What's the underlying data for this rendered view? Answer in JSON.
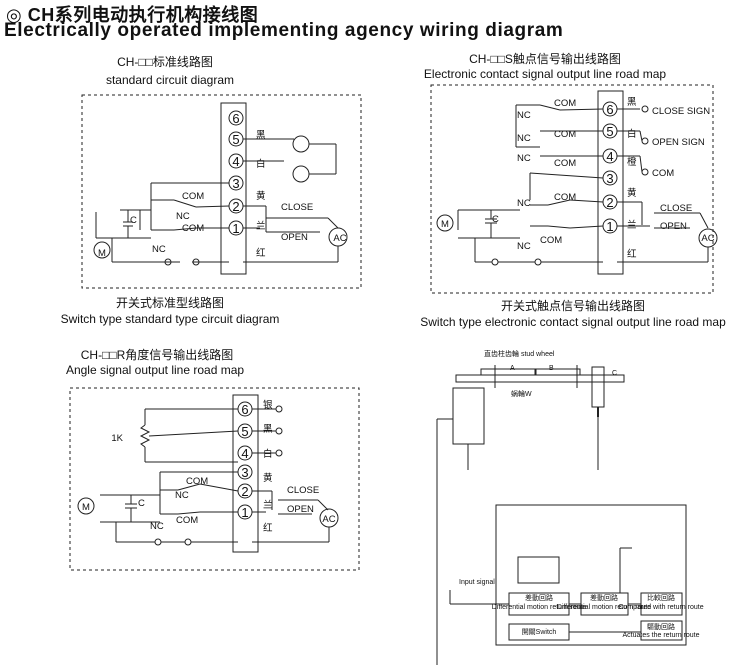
{
  "header": {
    "title_cn": "◎ CH系列电动执行机构接线图",
    "title_en": "Electrically operated implementing agency wiring diagram"
  },
  "standard": {
    "title_cn": "CH-□□标准线路图",
    "title_en": "standard circuit diagram",
    "caption_cn": "开关式标准型线路图",
    "caption_en": "Switch type standard type circuit diagram",
    "terminals": [
      "6",
      "5",
      "4",
      "3",
      "2",
      "1"
    ],
    "wire_black": "黑",
    "wire_white": "白",
    "wire_yellow": "黄",
    "wire_blue": "兰",
    "wire_red": "红",
    "com": "COM",
    "nc": "NC",
    "cap": "C",
    "close": "CLOSE",
    "open": "OPEN",
    "ac": "AC",
    "motor": "M"
  },
  "signal": {
    "title_cn": "CH-□□S触点信号输出线路图",
    "title_en": "Electronic contact signal output line road map",
    "caption_cn": "开关式触点信号输出线路图",
    "caption_en": "Switch type electronic contact signal output line road map",
    "terminals": [
      "6",
      "5",
      "4",
      "3",
      "2",
      "1"
    ],
    "wire_black": "黑",
    "wire_white": "白",
    "wire_orange": "橙",
    "wire_yellow": "黄",
    "wire_blue": "兰",
    "wire_red": "红",
    "close_sign": "CLOSE SIGN",
    "open_sign": "OPEN SIGN",
    "com": "COM",
    "nc": "NC",
    "cap": "C",
    "close": "CLOSE",
    "open": "OPEN",
    "ac": "AC",
    "motor": "M"
  },
  "angle": {
    "title_cn": "CH-□□R角度信号输出线路图",
    "title_en": "Angle signal output line road map",
    "terminals": [
      "6",
      "5",
      "4",
      "3",
      "2",
      "1"
    ],
    "wire_silver": "银",
    "wire_black": "黑",
    "wire_white": "白",
    "wire_yellow": "黄",
    "wire_blue": "兰",
    "wire_red": "红",
    "resistor": "1K",
    "com": "COM",
    "nc": "NC",
    "cap": "C",
    "close": "CLOSE",
    "open": "OPEN",
    "ac": "AC",
    "motor": "M"
  },
  "mech": {
    "stud_wheel": "直齿柱齿輪 stud wheel",
    "worm": "蜗輪W",
    "label_a": "A",
    "label_b": "B",
    "label_c": "C",
    "input_signal": "Input signal",
    "diff_cn": "差動回路",
    "diff_en": "Differential motion return route",
    "diff2_cn": "差動回路",
    "diff2_en": "Differential motion return route",
    "compare_cn": "比較回路",
    "compare_en": "Compared with return route",
    "switch_label": "開關Switch",
    "actuates_cn": "驅動回路",
    "actuates_en": "Actuates the return route"
  }
}
